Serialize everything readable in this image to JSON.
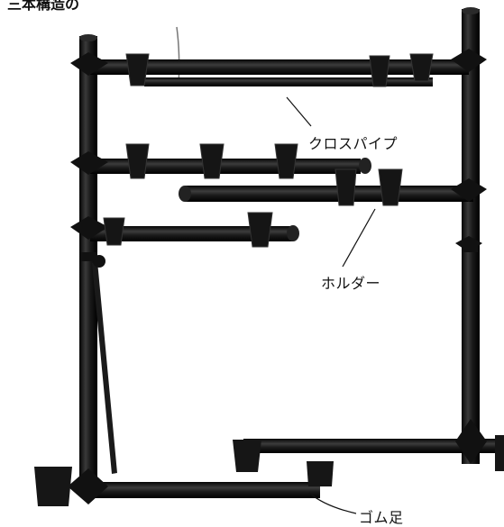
{
  "heading": "三本構造の",
  "labels": {
    "cross_pipe": "クロスパイプ",
    "holder": "ホルダー",
    "rubber_foot": "ゴム足"
  },
  "colors": {
    "frame": "#111111",
    "frame_highlight": "#3a3a3a",
    "background": "#ffffff"
  }
}
